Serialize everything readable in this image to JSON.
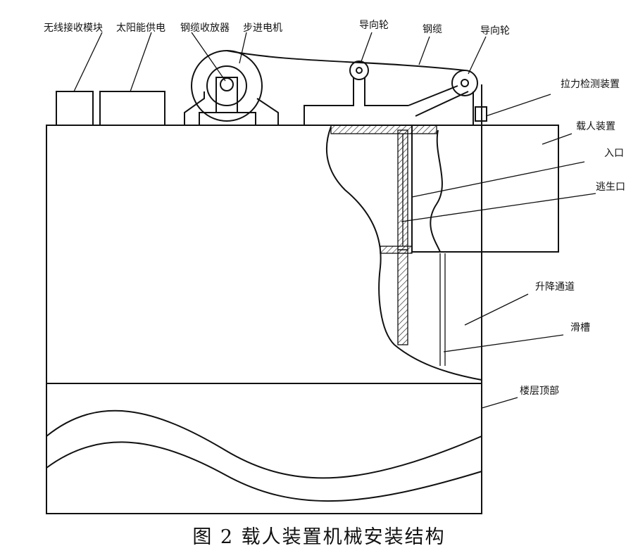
{
  "labels": {
    "wireless_module": "无线接收模块",
    "solar_power": "太阳能供电",
    "cable_reel": "钢缆收放器",
    "stepper_motor": "步进电机",
    "guide_wheel_1": "导向轮",
    "steel_cable": "钢缆",
    "guide_wheel_2": "导向轮",
    "tension_detector": "拉力检测装置",
    "carrier": "载人装置",
    "entrance": "入口",
    "escape_exit": "逃生口",
    "lift_channel": "升降通道",
    "slide_groove": "滑槽",
    "floor_top": "楼层顶部"
  },
  "caption": "图 2  载人装置机械安装结构"
}
